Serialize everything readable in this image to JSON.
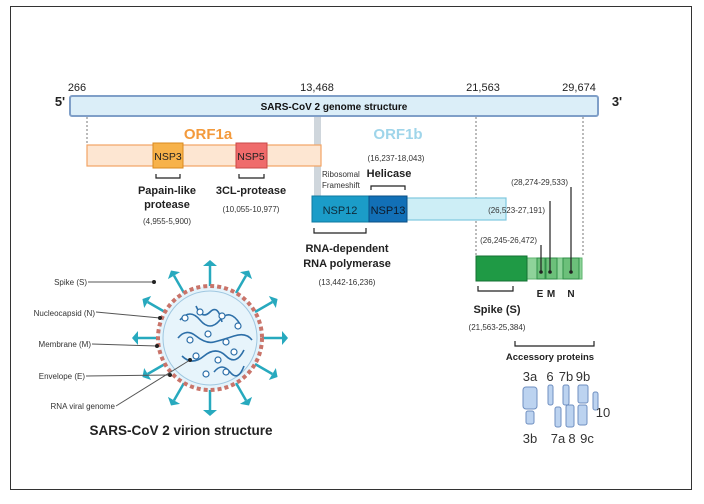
{
  "genome": {
    "title": "SARS-CoV 2 genome structure",
    "five_prime": "5'",
    "three_prime": "3'",
    "positions": [
      "266",
      "13,468",
      "21,563",
      "29,674"
    ]
  },
  "orf1a": {
    "label": "ORF1a",
    "nsp3": "NSP3",
    "nsp5": "NSP5",
    "papain_line1": "Papain-like",
    "papain_line2": "protease",
    "papain_range": "(4,955-5,900)",
    "cl_label": "3CL-protease",
    "cl_range": "(10,055-10,977)"
  },
  "orf1b": {
    "label": "ORF1b",
    "nsp12": "NSP12",
    "nsp13": "NSP13",
    "frameshift_line1": "Ribosomal",
    "frameshift_line2": "Frameshift",
    "helicase_range": "(16,237-18,043)",
    "helicase_label": "Helicase",
    "rdrp_line1": "RNA-dependent",
    "rdrp_line2": "RNA polymerase",
    "rdrp_range": "(13,442-16,236)"
  },
  "structural": {
    "spike_label": "Spike (S)",
    "spike_range": "(21,563-25,384)",
    "e_label": "E",
    "m_label": "M",
    "n_label": "N",
    "e_range": "(26,245-26,472)",
    "m_range": "(26,523-27,191)",
    "n_range": "(28,274-29,533)"
  },
  "accessory": {
    "title": "Accessory proteins",
    "labels": [
      "3a",
      "6",
      "7b",
      "9b",
      "10",
      "3b",
      "7a",
      "8",
      "9c"
    ]
  },
  "virion": {
    "title": "SARS-CoV 2 virion structure",
    "labels": [
      "Spike (S)",
      "Nucleocapsid (N)",
      "Membrane (M)",
      "Envelope (E)",
      "RNA viral genome"
    ]
  },
  "colors": {
    "genome_fill": "#dbeef8",
    "genome_stroke": "#7f9fc8",
    "orf1a_fill": "#fde6d2",
    "orf1a_stroke": "#f2a465",
    "orf1a_text": "#f39a3c",
    "nsp3_fill": "#f7b24a",
    "nsp5_fill": "#ef6b6b",
    "orf1b_fill": "#cdeef6",
    "orf1b_text": "#9fd5ea",
    "nsp12_fill": "#1b9cc8",
    "nsp13_fill": "#1270b7",
    "spike_green": "#1f9a45",
    "light_green": "#8fd39a",
    "virion_teal": "#27a9be",
    "virion_red": "#c9746a"
  }
}
